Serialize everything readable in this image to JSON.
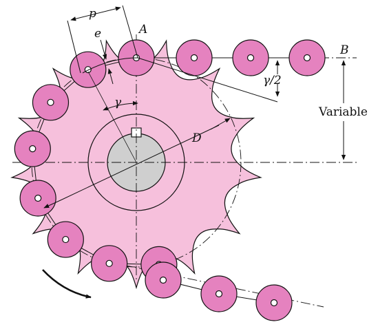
{
  "figure": {
    "colors": {
      "sprocket_fill": "#f6c0dc",
      "roller_fill": "#e582bf",
      "hub_fill": "#cfcfcf",
      "line": "#111111"
    },
    "sprocket": {
      "tooth_count": 13
    },
    "labels": {
      "pitch": "p",
      "pitch_diameter": "D",
      "point_a": "A",
      "point_b": "B",
      "angle": "γ",
      "half_angle": "γ/2",
      "rise": "e",
      "span": "Variable"
    },
    "icons": {
      "rotation": "curved-arrow-icon"
    }
  }
}
